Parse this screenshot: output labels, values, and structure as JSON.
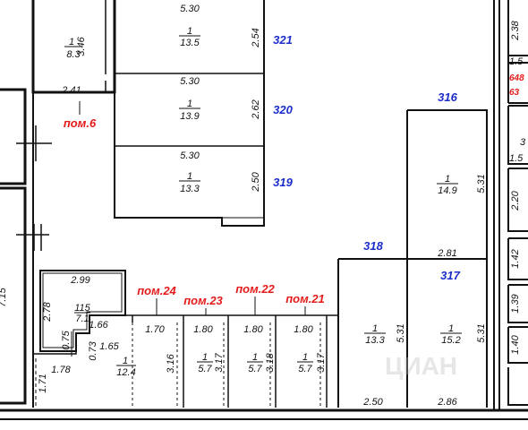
{
  "colors": {
    "blue_label": "#1b2ec8",
    "red_label": "#e41b1b",
    "line": "#111111"
  },
  "rooms": {
    "r321": {
      "number": "321",
      "width": "5.30",
      "depth": "2.54",
      "fraction": "1",
      "area": "13.5"
    },
    "r320": {
      "number": "320",
      "width": "5.30",
      "depth": "2.62",
      "fraction": "1",
      "area": "13.9"
    },
    "r319": {
      "number": "319",
      "width": "5.30",
      "depth": "2.50",
      "fraction": "1",
      "area": "13.3"
    },
    "r316": {
      "number": "316",
      "side": "5.31",
      "bottom": "2.81",
      "fraction": "1",
      "area": "14.9"
    },
    "r318": {
      "number": "318",
      "side": "5.31",
      "bottom": "2.50",
      "fraction": "1",
      "area": "13.3"
    },
    "r317": {
      "number": "317",
      "side": "5.31",
      "bottom": "2.86",
      "fraction": "1",
      "area": "15.2"
    }
  },
  "pom": {
    "p6": {
      "label": "пом.6",
      "width": "2.41"
    },
    "p24": {
      "label": "пом.24",
      "width": "1.70"
    },
    "p23": {
      "label": "пом.23",
      "width": "1.80",
      "depth": "3.17",
      "fraction": "1",
      "area": "5.7"
    },
    "p22": {
      "label": "пом.22",
      "width": "1.80",
      "depth": "3.18",
      "fraction": "1",
      "area": "5.7"
    },
    "p21": {
      "label": "пом.21",
      "width": "1.80",
      "depth": "3.17",
      "fraction": "1",
      "area": "5.7"
    }
  },
  "top_left_room": {
    "fraction": "1",
    "area": "8.3",
    "depth": "3.46"
  },
  "small_room": {
    "width": "2.99",
    "depth": "2.78",
    "fraction": "115",
    "area": "7.1",
    "w2": "1.66",
    "d2": "0.75"
  },
  "corridor_room": {
    "w1": "1.65",
    "w2": "1.78",
    "d1": "0.73",
    "d2": "1.71",
    "depth": "3.16",
    "fraction": "1",
    "area": "12.4"
  },
  "left_edge": {
    "dim": "7.15"
  },
  "right_column": {
    "d1": "2.38",
    "d2": "1.5",
    "red1": "648",
    "red2": "63",
    "d3": "3",
    "d4": "1.5",
    "d5": "2.20",
    "d6": "1.42",
    "d7": "1.39",
    "d8": "1.40"
  },
  "watermark": "ЦИАН"
}
